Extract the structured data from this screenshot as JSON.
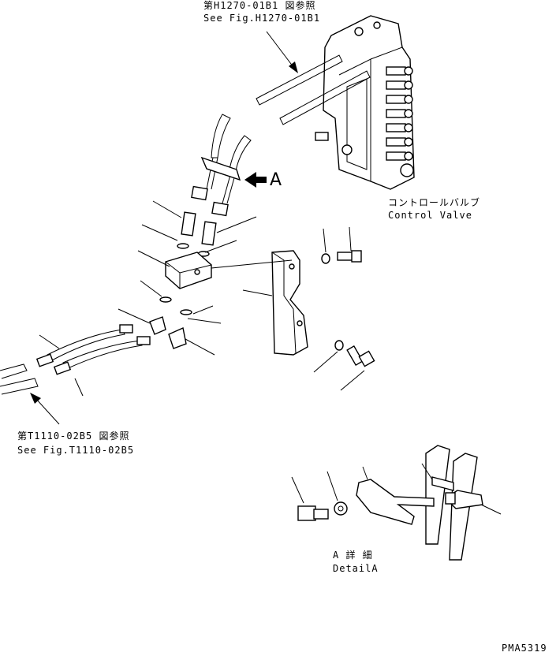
{
  "refs": {
    "top_ref_jp": "第H1270-01B1 図参照",
    "top_ref_en": "See Fig.H1270-01B1",
    "bottom_ref_jp": "第T1110-02B5 図参照",
    "bottom_ref_en": "See Fig.T1110-02B5"
  },
  "arrow_label": "A",
  "control_valve": {
    "label_jp": "コントロールバルブ",
    "label_en": "Control Valve"
  },
  "detail": {
    "title_jp": "A 詳 細",
    "title_en": "DetailA"
  },
  "drawing_code": "PMA5319"
}
